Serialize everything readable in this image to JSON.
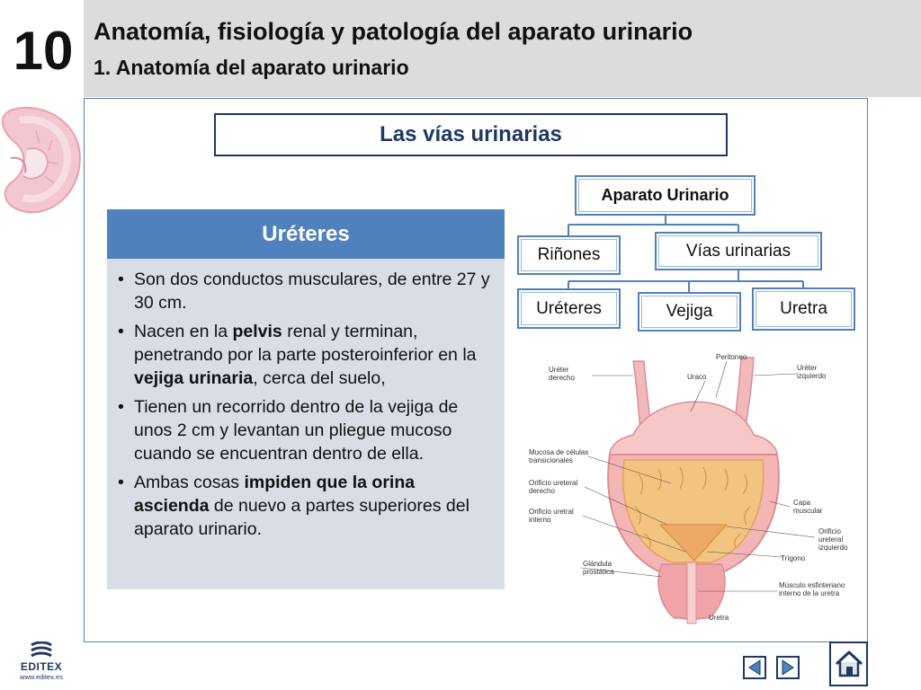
{
  "header": {
    "chapter_number": "10",
    "title": "Anatomía, fisiología y patología del aparato urinario",
    "subtitle": "1. Anatomía del aparato urinario"
  },
  "banner": {
    "label": "Las vías urinarias"
  },
  "panel": {
    "heading": "Uréteres",
    "bullets": [
      [
        {
          "t": "Son dos conductos musculares, de entre 27 y 30 cm."
        }
      ],
      [
        {
          "t": "Nacen en la "
        },
        {
          "t": "pelvis",
          "b": true
        },
        {
          "t": " renal y terminan, penetrando por la parte posteroinferior en la "
        },
        {
          "t": "vejiga urinaria",
          "b": true
        },
        {
          "t": ", cerca del suelo,"
        }
      ],
      [
        {
          "t": "Tienen un recorrido dentro de la vejiga de unos 2 cm y levantan un pliegue mucoso cuando se encuentran dentro de ella."
        }
      ],
      [
        {
          "t": "Ambas cosas "
        },
        {
          "t": "impiden que la orina ascienda",
          "b": true
        },
        {
          "t": " de nuevo a partes superiores del aparato urinario."
        }
      ]
    ]
  },
  "hierarchy": {
    "root": "Aparato Urinario",
    "level1": [
      "Riñones",
      "Vías urinarias"
    ],
    "level2": [
      "Uréteres",
      "Vejiga",
      "Uretra"
    ]
  },
  "figure_labels": {
    "ureter_right": [
      "Uréter",
      "derecho"
    ],
    "urachus": "Uraco",
    "peritoneum": "Peritoneo",
    "ureter_left": [
      "Uréter",
      "izquierdo"
    ],
    "mucosa": [
      "Mucosa de células",
      "transicionales"
    ],
    "orifice_right": [
      "Orificio ureteral",
      "derecho"
    ],
    "orifice_internal": [
      "Orificio uretral",
      "interno"
    ],
    "muscle_layer": [
      "Capa",
      "muscular"
    ],
    "orifice_left": [
      "Orificio",
      "ureteral",
      "izquierdo"
    ],
    "trigone": "Trígono",
    "prostate": [
      "Glándula",
      "prostática"
    ],
    "sphincter": [
      "Músculo esfinteriano",
      "interno de la uretra"
    ],
    "urethra": "Uretra"
  },
  "footer": {
    "logo_text": "EDITEX",
    "logo_url": "www.editex.es"
  },
  "colors": {
    "accent_blue": "#4f81bd",
    "dark_navy": "#1f3864",
    "panel_bg": "#d9dde6",
    "header_gray": "#dcdcdc"
  },
  "icons": {
    "nav_prev": "triangle-left-icon",
    "nav_next": "triangle-right-icon",
    "home": "home-icon",
    "logo": "editex-logo-icon",
    "kidney": "kidney-illustration"
  }
}
